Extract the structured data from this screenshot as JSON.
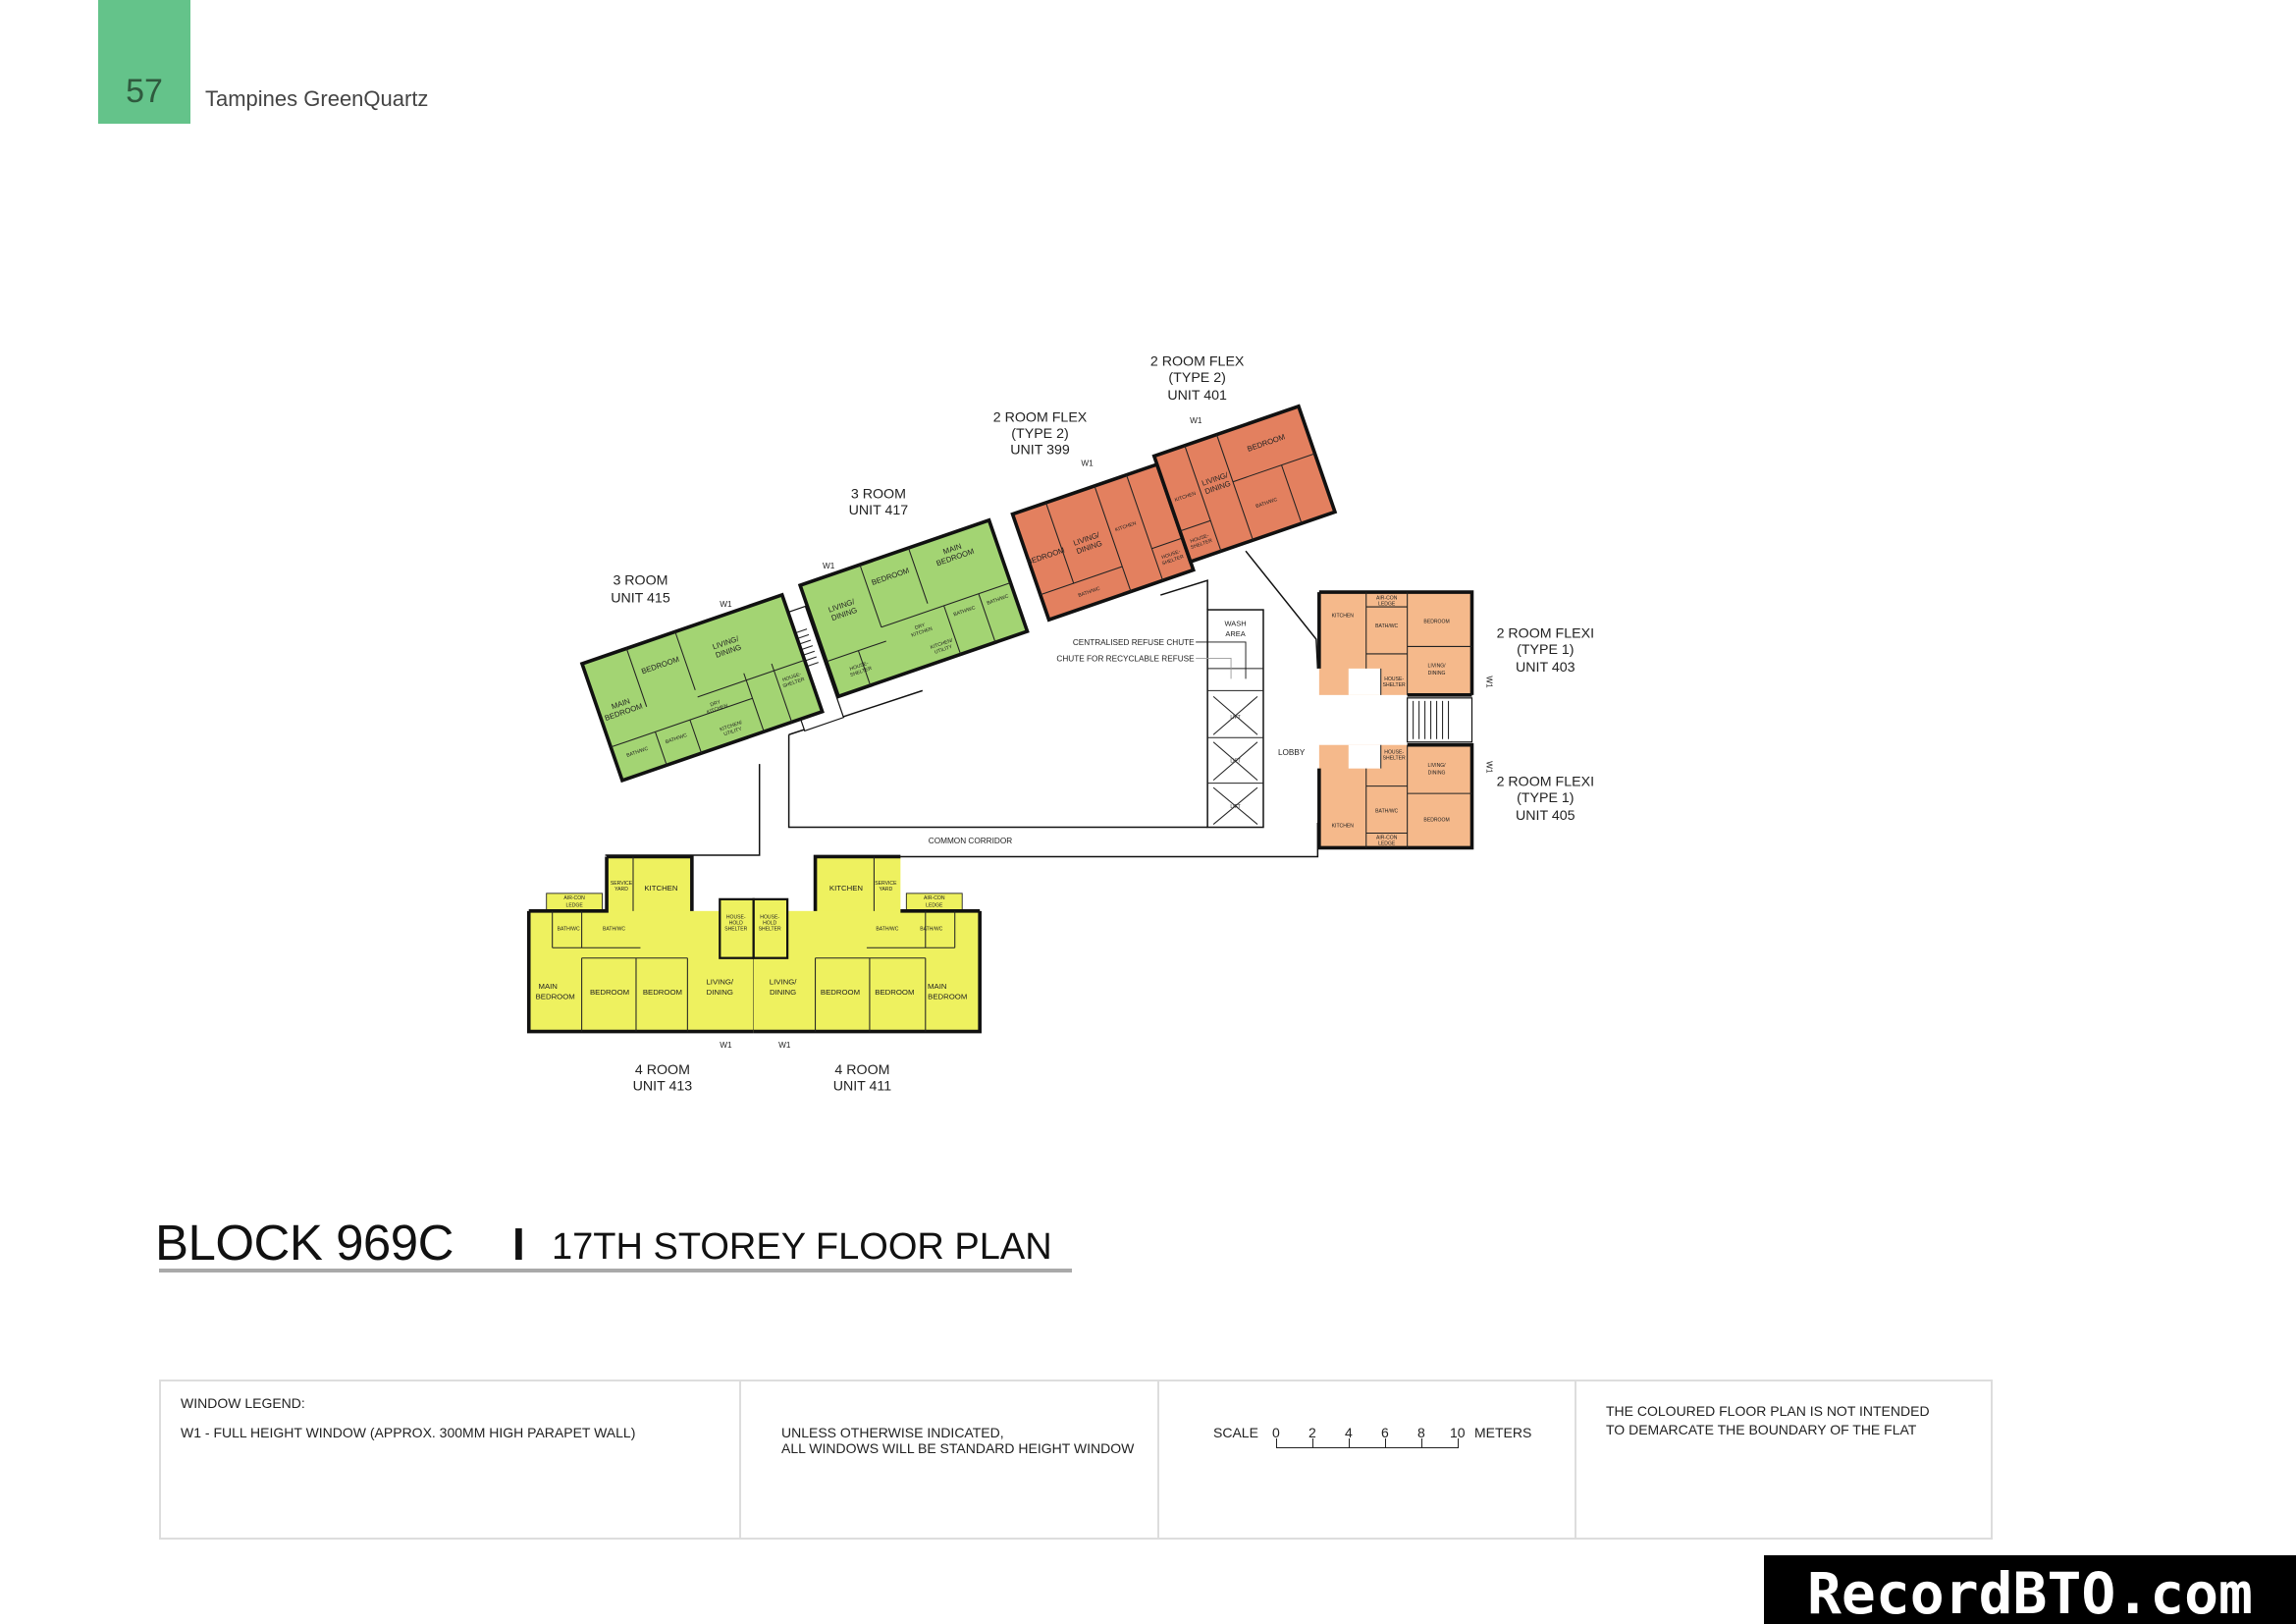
{
  "header": {
    "page_number": "57",
    "project_name": "Tampines GreenQuartz"
  },
  "colors": {
    "page_badge": "#64c38a",
    "three_room": "#a3d473",
    "two_room_flex_type2": "#e3805f",
    "two_room_flexi_type1": "#f5b98b",
    "four_room": "#eef15f"
  },
  "title": {
    "block": "BLOCK 969C",
    "separator": "I",
    "storey": "17TH STOREY FLOOR PLAN"
  },
  "plan": {
    "units": {
      "u415": {
        "type": "3 ROOM",
        "unit": "UNIT 415"
      },
      "u417": {
        "type": "3 ROOM",
        "unit": "UNIT 417"
      },
      "u399": {
        "type": "2 ROOM FLEX",
        "subtype": "(TYPE 2)",
        "unit": "UNIT 399"
      },
      "u401": {
        "type": "2 ROOM FLEX",
        "subtype": "(TYPE 2)",
        "unit": "UNIT 401"
      },
      "u403": {
        "type": "2 ROOM FLEXI",
        "subtype": "(TYPE 1)",
        "unit": "UNIT 403"
      },
      "u405": {
        "type": "2 ROOM FLEXI",
        "subtype": "(TYPE 1)",
        "unit": "UNIT 405"
      },
      "u413": {
        "type": "4 ROOM",
        "unit": "UNIT 413"
      },
      "u411": {
        "type": "4 ROOM",
        "unit": "UNIT 411"
      }
    },
    "rooms": {
      "main": "MAIN",
      "bedroom": "BEDROOM",
      "living": "LIVING/",
      "dining": "DINING",
      "bath": "BATH/WC",
      "kitchen": "KITCHEN",
      "service": "SERVICE",
      "yard": "YARD",
      "aircon": "AIR-CON",
      "ledge": "LEDGE",
      "house": "HOUSE-",
      "hold": "HOLD",
      "shelter": "SHELTER",
      "dry": "DRY",
      "kitchen_slash": "KITCHEN/",
      "utility": "UTILITY"
    },
    "window_tag": "W1",
    "annotations": {
      "wash": "WASH",
      "area": "AREA",
      "refuse_chute": "CENTRALISED REFUSE CHUTE",
      "recycle_chute": "CHUTE FOR RECYCLABLE REFUSE",
      "lift": "LIFT",
      "lobby": "LOBBY",
      "corridor": "COMMON CORRIDOR"
    }
  },
  "legend": {
    "window_heading": "WINDOW LEGEND:",
    "w1_desc": "W1 -  FULL HEIGHT WINDOW (APPROX. 300MM HIGH PARAPET WALL)",
    "note_line1": "UNLESS OTHERWISE INDICATED,",
    "note_line2": "ALL WINDOWS WILL BE STANDARD HEIGHT WINDOW",
    "scale_label": "SCALE",
    "scale_ticks": [
      "0",
      "2",
      "4",
      "6",
      "8",
      "10"
    ],
    "scale_unit": "METERS",
    "disclaimer_line1": "THE COLOURED FLOOR PLAN IS NOT INTENDED",
    "disclaimer_line2": "TO DEMARCATE THE BOUNDARY OF THE FLAT"
  },
  "watermark": "RecordBTO.com"
}
